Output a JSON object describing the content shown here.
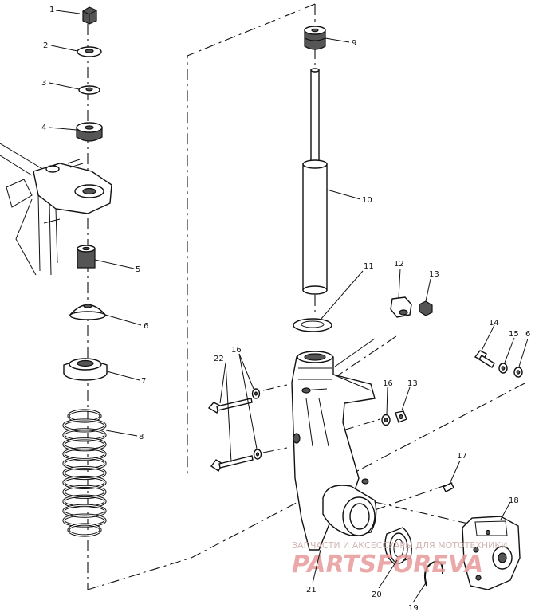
{
  "callouts": [
    {
      "id": "c1",
      "text": "1"
    },
    {
      "id": "c2",
      "text": "2"
    },
    {
      "id": "c3",
      "text": "3"
    },
    {
      "id": "c4",
      "text": "4"
    },
    {
      "id": "c5",
      "text": "5"
    },
    {
      "id": "c6a",
      "text": "6"
    },
    {
      "id": "c7",
      "text": "7"
    },
    {
      "id": "c8",
      "text": "8"
    },
    {
      "id": "c9top",
      "text": "9"
    },
    {
      "id": "c10",
      "text": "10"
    },
    {
      "id": "c11",
      "text": "11"
    },
    {
      "id": "c12",
      "text": "12"
    },
    {
      "id": "c13a",
      "text": "13"
    },
    {
      "id": "c14",
      "text": "14"
    },
    {
      "id": "c15",
      "text": "15"
    },
    {
      "id": "c6b",
      "text": "6"
    },
    {
      "id": "c22",
      "text": "22"
    },
    {
      "id": "c16a",
      "text": "16"
    },
    {
      "id": "c16b",
      "text": "16"
    },
    {
      "id": "c13b",
      "text": "13"
    },
    {
      "id": "c17",
      "text": "17"
    },
    {
      "id": "c18",
      "text": "18"
    },
    {
      "id": "c21",
      "text": "21"
    },
    {
      "id": "c20",
      "text": "20"
    },
    {
      "id": "c19",
      "text": "19"
    }
  ],
  "watermark": {
    "line1": "ЗАПЧАСТИ И АКСЕССУАРЫ ДЛЯ МОТОТЕХНИКИ",
    "brand": "PARTSFOREVA"
  }
}
